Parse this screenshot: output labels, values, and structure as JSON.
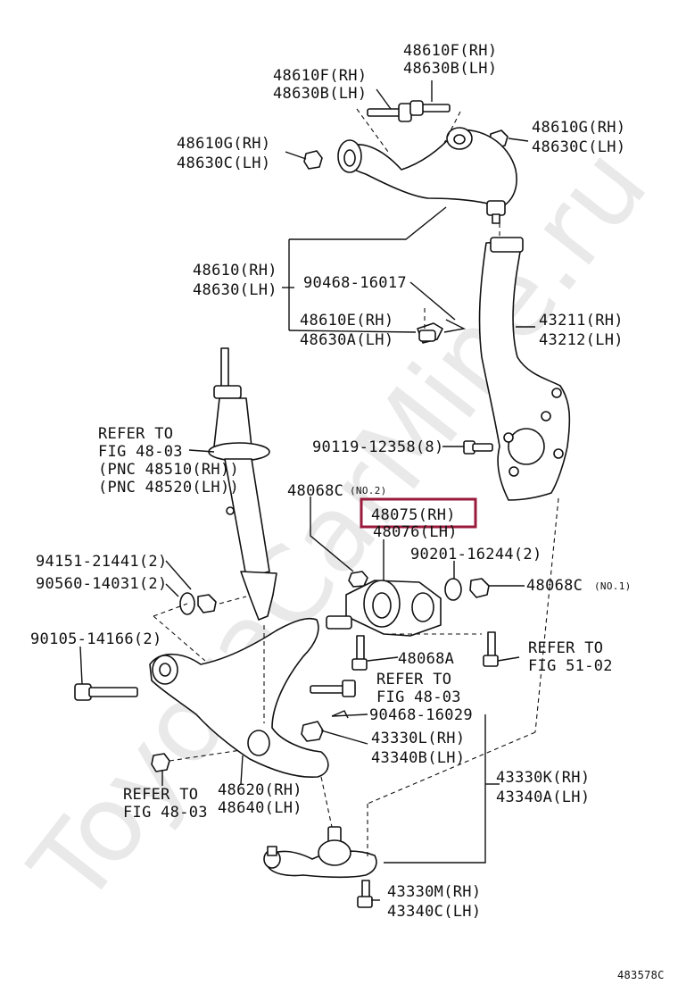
{
  "watermark": "ToyotaCarMine.ru",
  "figure_code": "483578C",
  "highlight_color": "#9a1a3c",
  "labels": {
    "upper_bolt_top": [
      "48610F(RH)",
      "48630B(LH)"
    ],
    "upper_bolt_left": [
      "48610F(RH)",
      "48630B(LH)"
    ],
    "upper_nut_left": [
      "48610G(RH)",
      "48630C(LH)"
    ],
    "upper_nut_right": [
      "48610G(RH)",
      "48630C(LH)"
    ],
    "upper_arm": [
      "48610(RH)",
      "48630(LH)"
    ],
    "clip_upper": "90468-16017",
    "upper_ball_joint": [
      "48610E(RH)",
      "48630A(LH)"
    ],
    "knuckle": [
      "43211(RH)",
      "43212(LH)"
    ],
    "shock_refer": [
      "REFER TO",
      "FIG 48-03",
      "(PNC 48510(RH))",
      "(PNC 48520(LH))"
    ],
    "knuckle_bolt": "90119-12358(8)",
    "bush_nut_no2": "48068C",
    "no2_suffix": "(NO.2)",
    "bushing_rh": "48075(RH)",
    "bushing_lh": "48076(LH)",
    "bolt_94151": "94151-21441(2)",
    "washer_90560": "90560-14031(2)",
    "washer_90201": "90201-16244(2)",
    "bush_nut_no1": "48068C",
    "no1_suffix": "(NO.1)",
    "bolt_90105": "90105-14166(2)",
    "bush_bracket": "48068A",
    "refer_51": [
      "REFER TO",
      "FIG 51-02"
    ],
    "refer_48_mid": [
      "REFER TO",
      "FIG 48-03"
    ],
    "clip_lower": "90468-16029",
    "lower_ball_joint_l": [
      "43330L(RH)",
      "43340B(LH)"
    ],
    "refer_48_left": [
      "REFER TO",
      "FIG 48-03"
    ],
    "lower_arm": [
      "48620(RH)",
      "48640(LH)"
    ],
    "lower_ball_joint_k": [
      "43330K(RH)",
      "43340A(LH)"
    ],
    "lower_ball_joint_m": [
      "43330M(RH)",
      "43340C(LH)"
    ]
  }
}
